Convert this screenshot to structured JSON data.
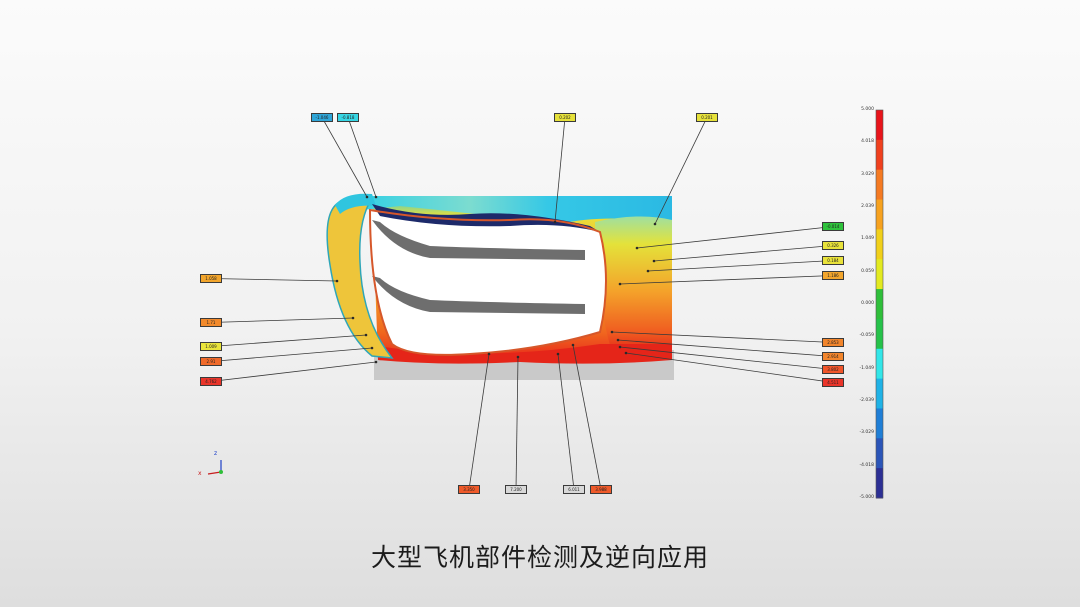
{
  "caption": "大型飞机部件检测及逆向应用",
  "axes": {
    "z": "z",
    "x": "x"
  },
  "colorbar": {
    "ticks": [
      "5.000",
      "4.018",
      "3.029",
      "2.039",
      "1.049",
      "0.059",
      "0.000",
      "-0.059",
      "-1.049",
      "-2.039",
      "-3.029",
      "-4.018",
      "-5.000"
    ],
    "colors": [
      "#e8141b",
      "#f0401e",
      "#f57a22",
      "#f7a21f",
      "#f1d01a",
      "#e3ea20",
      "#2fbf3a",
      "#26c24a",
      "#32e6e8",
      "#1fb2e6",
      "#1f7ed6",
      "#2b55b8",
      "#2c2f94"
    ]
  },
  "labels_top": [
    {
      "text": "-1.046",
      "color": "#2fa6d8"
    },
    {
      "text": "-0.818",
      "color": "#37d6e4"
    },
    {
      "text": "0.202",
      "color": "#e6e13a"
    },
    {
      "text": "0.201",
      "color": "#e6e13a"
    }
  ],
  "labels_left": [
    {
      "text": "1.058",
      "color": "#f2a52c"
    },
    {
      "text": "1.71",
      "color": "#f28a2c"
    },
    {
      "text": "1.009",
      "color": "#e9e43a"
    },
    {
      "text": "2.91",
      "color": "#f06a2a"
    },
    {
      "text": "4.762",
      "color": "#e9352a"
    }
  ],
  "labels_right": [
    {
      "text": "-0.014",
      "color": "#2fc23c"
    },
    {
      "text": "0.326",
      "color": "#e8e23a"
    },
    {
      "text": "0.184",
      "color": "#e9e23a"
    },
    {
      "text": "1.186",
      "color": "#f2a52c"
    },
    {
      "text": "2.853",
      "color": "#f2852c"
    },
    {
      "text": "2.914",
      "color": "#f2852c"
    },
    {
      "text": "3.802",
      "color": "#f0552a"
    },
    {
      "text": "4.511",
      "color": "#e9352a"
    }
  ],
  "labels_bottom": [
    {
      "text": "3.350",
      "color": "#ef5a2a"
    },
    {
      "text": "7.200",
      "color": "#d8d8d8"
    },
    {
      "text": "6.011",
      "color": "#d8d8d8"
    },
    {
      "text": "3.988",
      "color": "#ef5a2a"
    }
  ]
}
